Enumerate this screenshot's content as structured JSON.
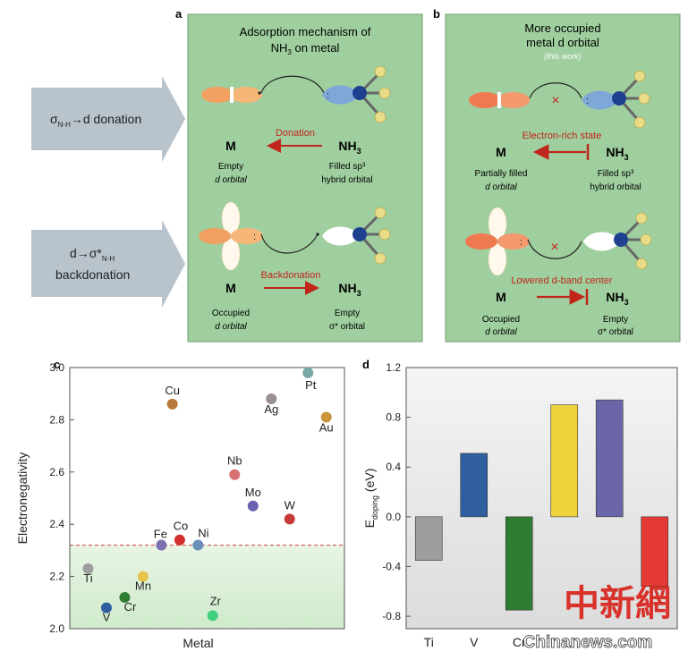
{
  "left_labels": {
    "sigma_main": "σ",
    "sigma_sub": "N-H",
    "sigma_tail": "→d donation",
    "back_line1_main": "d→σ*",
    "back_line1_sub": "N-H",
    "back_line2": "backdonation"
  },
  "panel_a": {
    "letter": "a",
    "title_line1": "Adsorption mechanism of",
    "title_nh": "NH",
    "title_sub": "3",
    "title_tail": " on metal",
    "donation_label": "Donation",
    "backdonation_label": "Backdonation",
    "m_label": "M",
    "nh_label": "NH",
    "nh_sub": "3",
    "top_left_line1": "Empty",
    "top_left_line2": "d orbital",
    "top_right_line1": "Filled sp³",
    "top_right_line2": "hybrid orbital",
    "bottom_left_line1": "Occupied",
    "bottom_left_line2": "d orbital",
    "bottom_right_line1": "Empty",
    "bottom_right_line2": "σ* orbital"
  },
  "panel_b": {
    "letter": "b",
    "title_line1": "More occupied",
    "title_line2": "metal d orbital",
    "subtitle": "(this work)",
    "electron_rich": "Electron-rich state",
    "lowered_center": "Lowered d-band center",
    "m_label": "M",
    "nh_label": "NH",
    "nh_sub": "3",
    "top_left_line1": "Partially filled",
    "top_left_line2": "d orbital",
    "top_right_line1": "Filled sp³",
    "top_right_line2": "hybrid orbital",
    "bottom_left_line1": "Occupied",
    "bottom_left_line2": "d orbital",
    "bottom_right_line1": "Empty",
    "bottom_right_line2": "σ* orbital"
  },
  "colors": {
    "panel_bg": "#9fcf9f",
    "red": "#c0261c",
    "orange_orbital": "#f0a060",
    "blue_orbital": "#7fa8d8",
    "nitrogen": "#1f3f8f",
    "hydrogen": "#e8dc88",
    "arrow_gray": "#b9c3cc"
  },
  "chart_data": [
    {
      "panel": "c",
      "type": "scatter",
      "xlabel": "Metal",
      "ylabel": "Electronegativity",
      "ylim": [
        2.0,
        3.0
      ],
      "yticks": [
        "2.0",
        "2.2",
        "2.4",
        "2.6",
        "2.8",
        "3.0"
      ],
      "reference_line": 2.32,
      "points": [
        {
          "label": "Ti",
          "x": 1,
          "y": 2.23,
          "color": "#9e9e9e"
        },
        {
          "label": "V",
          "x": 2,
          "y": 2.08,
          "color": "#2f5f9f"
        },
        {
          "label": "Cr",
          "x": 3,
          "y": 2.12,
          "color": "#2e7d32"
        },
        {
          "label": "Mn",
          "x": 4,
          "y": 2.2,
          "color": "#e8c44a"
        },
        {
          "label": "Fe",
          "x": 5,
          "y": 2.32,
          "color": "#7e6fb0"
        },
        {
          "label": "Co",
          "x": 6,
          "y": 2.34,
          "color": "#d32f2f"
        },
        {
          "label": "Ni",
          "x": 7,
          "y": 2.32,
          "color": "#6a8fb8"
        },
        {
          "label": "Cu",
          "x": 5.6,
          "y": 2.86,
          "color": "#b87a3a"
        },
        {
          "label": "Zr",
          "x": 7.8,
          "y": 2.05,
          "color": "#3fcf80"
        },
        {
          "label": "Nb",
          "x": 9,
          "y": 2.59,
          "color": "#d77070"
        },
        {
          "label": "Mo",
          "x": 10,
          "y": 2.47,
          "color": "#6a62b0"
        },
        {
          "label": "Ag",
          "x": 11,
          "y": 2.88,
          "color": "#9a9090"
        },
        {
          "label": "W",
          "x": 12,
          "y": 2.42,
          "color": "#c63a3a"
        },
        {
          "label": "Pt",
          "x": 13,
          "y": 2.98,
          "color": "#78a8a8"
        },
        {
          "label": "Au",
          "x": 14,
          "y": 2.81,
          "color": "#c9963a"
        }
      ]
    },
    {
      "panel": "d",
      "type": "bar",
      "ylabel_main": "E",
      "ylabel_sub": "doping",
      "ylabel_tail": " (eV)",
      "ylim": [
        -0.9,
        1.2
      ],
      "yticks": [
        "-0.8",
        "-0.4",
        "0.0",
        "0.4",
        "0.8",
        "1.2"
      ],
      "categories": [
        "Ti",
        "V",
        "Cr",
        "",
        "",
        ""
      ],
      "values": [
        -0.35,
        0.51,
        -0.75,
        0.9,
        0.94,
        -0.56
      ],
      "colors": [
        "#9e9e9e",
        "#2f5f9f",
        "#2e7d32",
        "#f0d23c",
        "#6a66a8",
        "#e53935"
      ]
    }
  ],
  "watermark": {
    "chinese": "中新網",
    "site": "Chinanews.com"
  }
}
